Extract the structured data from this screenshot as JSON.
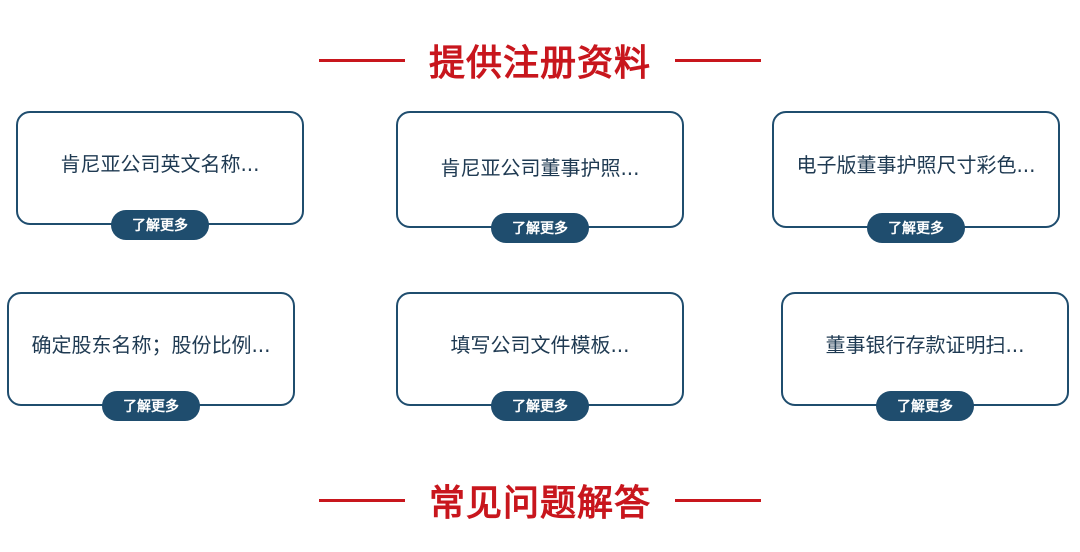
{
  "sections": {
    "register_title": "提供注册资料",
    "faq_title": "常见问题解答"
  },
  "cards": [
    {
      "label": "肯尼亚公司英文名称...",
      "button": "了解更多"
    },
    {
      "label": "肯尼亚公司董事护照...",
      "button": "了解更多"
    },
    {
      "label": "电子版董事护照尺寸彩色...",
      "button": "了解更多"
    },
    {
      "label": "确定股东名称；股份比例...",
      "button": "了解更多"
    },
    {
      "label": "填写公司文件模板...",
      "button": "了解更多"
    },
    {
      "label": "董事银行存款证明扫...",
      "button": "了解更多"
    }
  ],
  "colors": {
    "accent_red": "#c8161d",
    "navy": "#1f4d6e"
  }
}
